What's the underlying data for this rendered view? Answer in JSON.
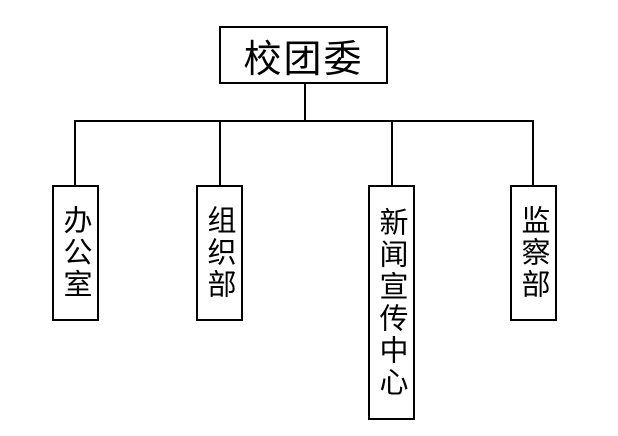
{
  "diagram": {
    "root": {
      "label": "校团委"
    },
    "children": [
      {
        "label": "办公室"
      },
      {
        "label": "组织部"
      },
      {
        "label": "新闻宣传中心"
      },
      {
        "label": "监察部"
      }
    ]
  }
}
